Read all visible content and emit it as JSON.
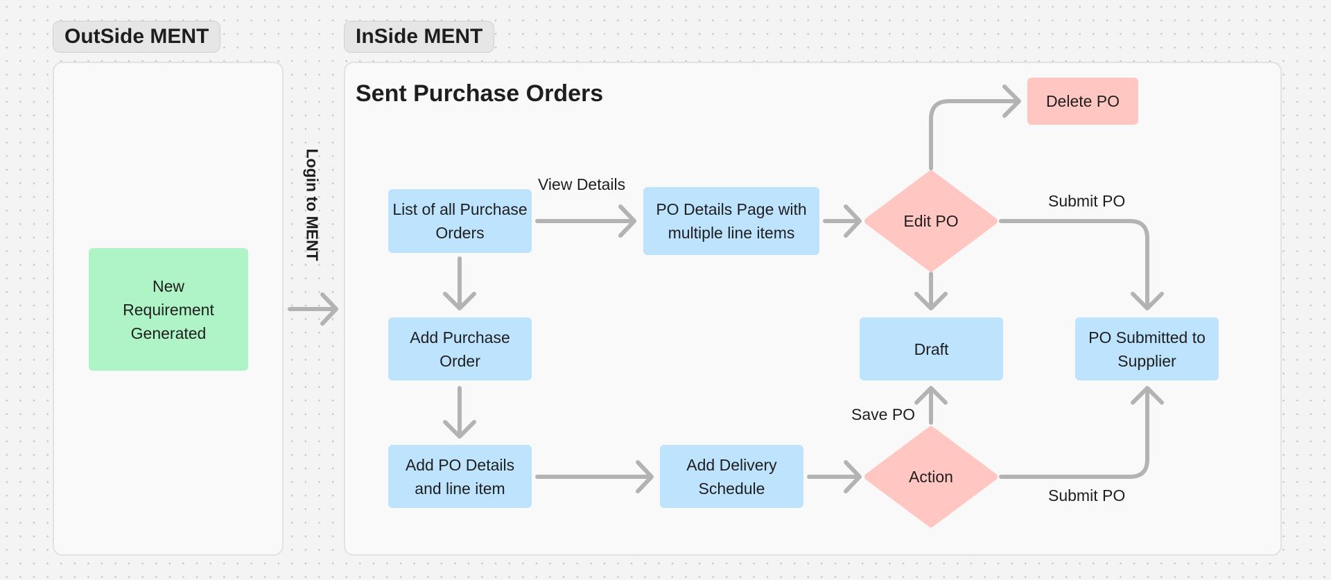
{
  "sections": {
    "outside": {
      "tag": "OutSide MENT"
    },
    "inside": {
      "tag": "InSide MENT",
      "title": "Sent Purchase Orders"
    }
  },
  "nodes": {
    "new_requirement": "New Requirement Generated",
    "list_pos": "List of all Purchase Orders",
    "po_details": "PO Details Page with multiple line items",
    "edit_po": "Edit PO",
    "delete_po": "Delete PO",
    "add_po": "Add Purchase Order",
    "draft": "Draft",
    "po_submitted": "PO Submitted to Supplier",
    "add_po_details": "Add PO Details and line item",
    "add_delivery": "Add Delivery Schedule",
    "action": "Action"
  },
  "edges": {
    "login": "Login to MENT",
    "view_details": "View Details",
    "submit_po_top": "Submit PO",
    "save_po": "Save PO",
    "submit_po_bottom": "Submit PO"
  },
  "colors": {
    "process": "#bde3fd",
    "start": "#aff4c6",
    "decision": "#ffc6c2",
    "connector": "#b3b3b3"
  }
}
